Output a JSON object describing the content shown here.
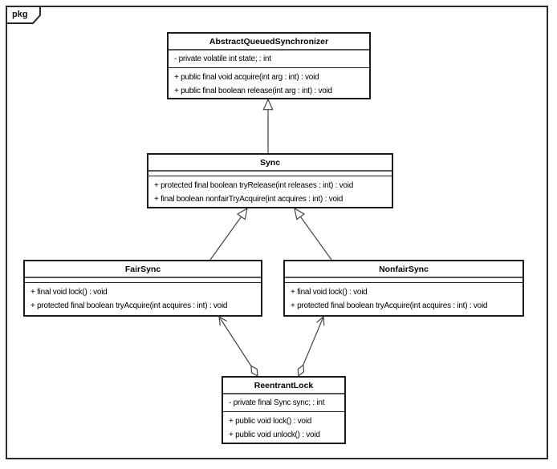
{
  "frame": {
    "tab_label": "pkg"
  },
  "classes": [
    {
      "name": "AbstractQueuedSynchronizer",
      "attributes": [
        "- private volatile int state; : int"
      ],
      "methods": [
        "+ public final void acquire(int arg : int) : void",
        "+ public final boolean release(int arg : int) : void"
      ]
    },
    {
      "name": "Sync",
      "attributes": [],
      "methods": [
        "+ protected final boolean tryRelease(int releases : int) : void",
        "+ final boolean nonfairTryAcquire(int acquires : int) : void"
      ]
    },
    {
      "name": "FairSync",
      "attributes": [],
      "methods": [
        "+ final void lock() : void",
        "+ protected final boolean tryAcquire(int acquires : int) : void"
      ]
    },
    {
      "name": "NonfairSync",
      "attributes": [],
      "methods": [
        "+ final void lock() : void",
        "+ protected final boolean tryAcquire(int acquires : int) : void"
      ]
    },
    {
      "name": "ReentrantLock",
      "attributes": [
        "- private final Sync sync; : int"
      ],
      "methods": [
        "+ public void lock() : void",
        "+ public void unlock() : void"
      ]
    }
  ],
  "relationships": [
    {
      "from": "Sync",
      "to": "AbstractQueuedSynchronizer",
      "type": "generalization"
    },
    {
      "from": "FairSync",
      "to": "Sync",
      "type": "generalization"
    },
    {
      "from": "NonfairSync",
      "to": "Sync",
      "type": "generalization"
    },
    {
      "from": "ReentrantLock",
      "to": "FairSync",
      "type": "aggregation"
    },
    {
      "from": "ReentrantLock",
      "to": "NonfairSync",
      "type": "aggregation"
    }
  ],
  "colors": {
    "background": "#ffffff",
    "box_border": "#1c1c1c",
    "connector_line": "#444444",
    "text": "#000000"
  }
}
